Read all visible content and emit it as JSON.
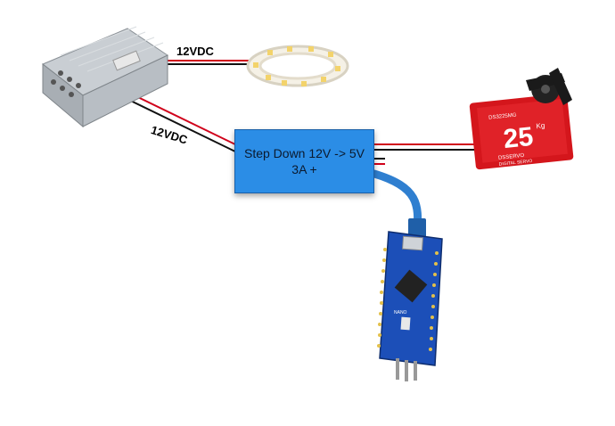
{
  "labels": {
    "supply_to_strip": "12VDC",
    "supply_to_converter": "12VDC"
  },
  "converter": {
    "line1": "Step Down 12V -> 5V",
    "line2": "3A +"
  },
  "servo": {
    "big_number": "25",
    "unit": "Kg",
    "brand": "DSSERVO",
    "subtitle": "DIGITAL SERVO",
    "model": "DS3225MG"
  },
  "nano": {
    "chip_text": "NANO"
  },
  "colors": {
    "wire_red": "#d0021b",
    "wire_black": "#111111",
    "converter_blue": "#2b8de6",
    "usb_cable": "#2f7fd0",
    "servo_red": "#d4161c",
    "board_blue": "#1c4fb8"
  }
}
